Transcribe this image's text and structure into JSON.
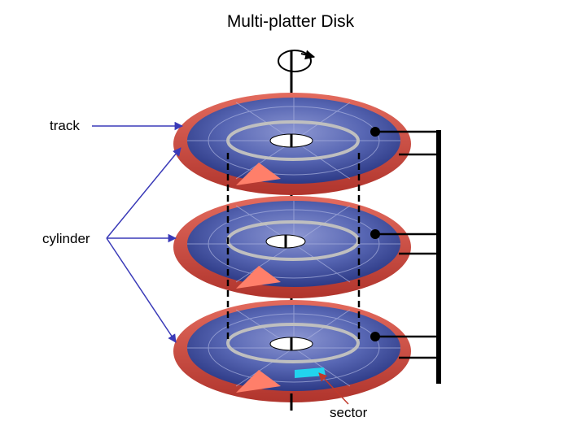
{
  "title": "Multi-platter Disk",
  "labels": {
    "track": "track",
    "cylinder": "cylinder",
    "sector": "sector"
  },
  "colors": {
    "platter_rim": "#c8463c",
    "platter_face": "#4a5aa8",
    "track_ring": "#bfbfbf",
    "arrow": "#3a3ab8",
    "sector_highlight": "#22d3ee",
    "sector_arrow": "#c0392b",
    "sector_wedge": "#ff7f6a",
    "arm": "#000000"
  }
}
